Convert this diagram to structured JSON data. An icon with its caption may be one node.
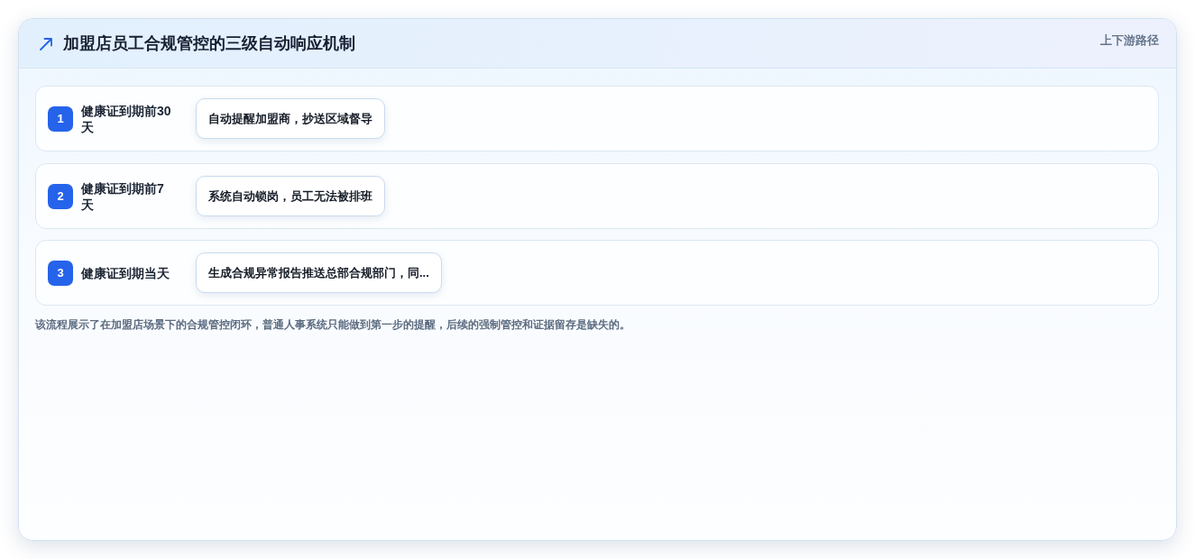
{
  "diagram": {
    "title": "加盟店员工合规管控的三级自动响应机制",
    "nodes": [
      {
        "text": [
          "健康证到期前30天"
        ]
      },
      {
        "text": [
          "1"
        ],
        "in": 0
      },
      {
        "text": [
          "自动提醒加盟商，抄送区域督导"
        ],
        "in": 0
      },
      {
        "text": [
          "健康证到期前7天"
        ]
      },
      {
        "text": [
          "2"
        ],
        "in": 3
      },
      {
        "text": [
          "系统自动锁岗，员工无法被排班"
        ],
        "in": 3
      },
      {
        "text": [
          "健康证到期当天"
        ]
      },
      {
        "text": [
          "3"
        ],
        "in": 6
      },
      {
        "text": [
          "生成合规异常报告推送总部合规部门，同..."
        ],
        "in": 6
      }
    ],
    "edges": [],
    "labels": [
      "上下游路径"
    ],
    "caption": "该流程展示了在加盟店场景下的合规管控闭环，普通人事系统只能做到第一步的提醒，后续的强制管控和证据留存是缺失的。"
  }
}
